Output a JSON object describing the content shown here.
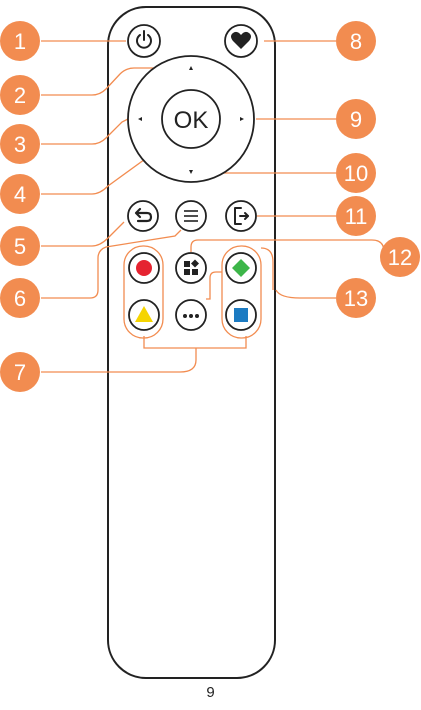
{
  "diagram": {
    "ok_label": "OK",
    "page_number": "9",
    "accent_color": "#F28C50",
    "callouts": [
      "1",
      "2",
      "3",
      "4",
      "5",
      "6",
      "7",
      "8",
      "9",
      "10",
      "11",
      "12",
      "13"
    ],
    "buttons": {
      "power": "power-icon",
      "favorite": "heart-icon",
      "up": "arrow-up-icon",
      "down": "arrow-down-icon",
      "left": "arrow-left-icon",
      "right": "arrow-right-icon",
      "back": "back-arrow-icon",
      "menu": "menu-lines-icon",
      "input": "input-source-icon",
      "apps": "apps-grid-icon",
      "more": "more-dots-icon",
      "red": "#E52330",
      "yellow": "#F5D400",
      "green": "#3DB649",
      "blue": "#1C7BC2"
    }
  }
}
